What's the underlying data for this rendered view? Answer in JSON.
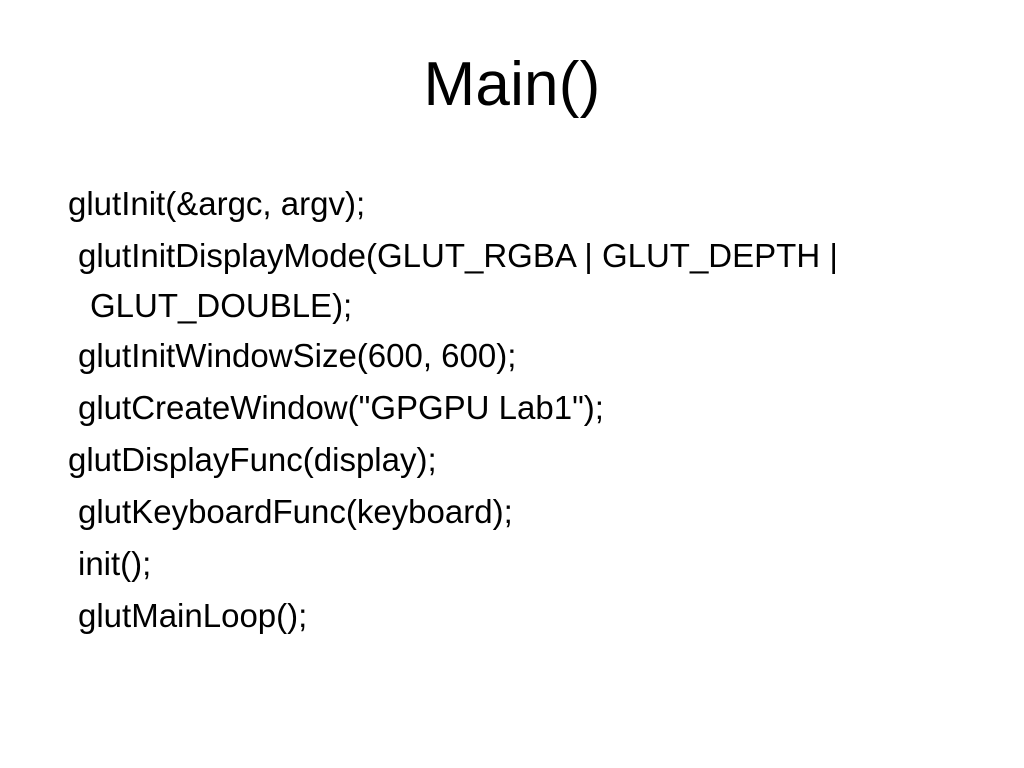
{
  "slide": {
    "title": "Main()",
    "background_color": "#ffffff",
    "text_color": "#000000",
    "code_lines": [
      {
        "text": "glutInit(&argc, argv);",
        "indent": 0,
        "continuation": false
      },
      {
        "text": "glutInitDisplayMode(GLUT_RGBA | GLUT_DEPTH |",
        "indent": 1,
        "continuation": false
      },
      {
        "text": "GLUT_DOUBLE);",
        "indent": 2,
        "continuation": true
      },
      {
        "text": "glutInitWindowSize(600, 600);",
        "indent": 1,
        "continuation": false
      },
      {
        "text": "glutCreateWindow(\"GPGPU Lab1\");",
        "indent": 1,
        "continuation": false
      },
      {
        "text": "glutDisplayFunc(display);",
        "indent": 0,
        "continuation": false
      },
      {
        "text": "glutKeyboardFunc(keyboard);",
        "indent": 1,
        "continuation": false
      },
      {
        "text": "init();",
        "indent": 1,
        "continuation": false
      },
      {
        "text": "glutMainLoop();",
        "indent": 1,
        "continuation": false
      }
    ]
  }
}
